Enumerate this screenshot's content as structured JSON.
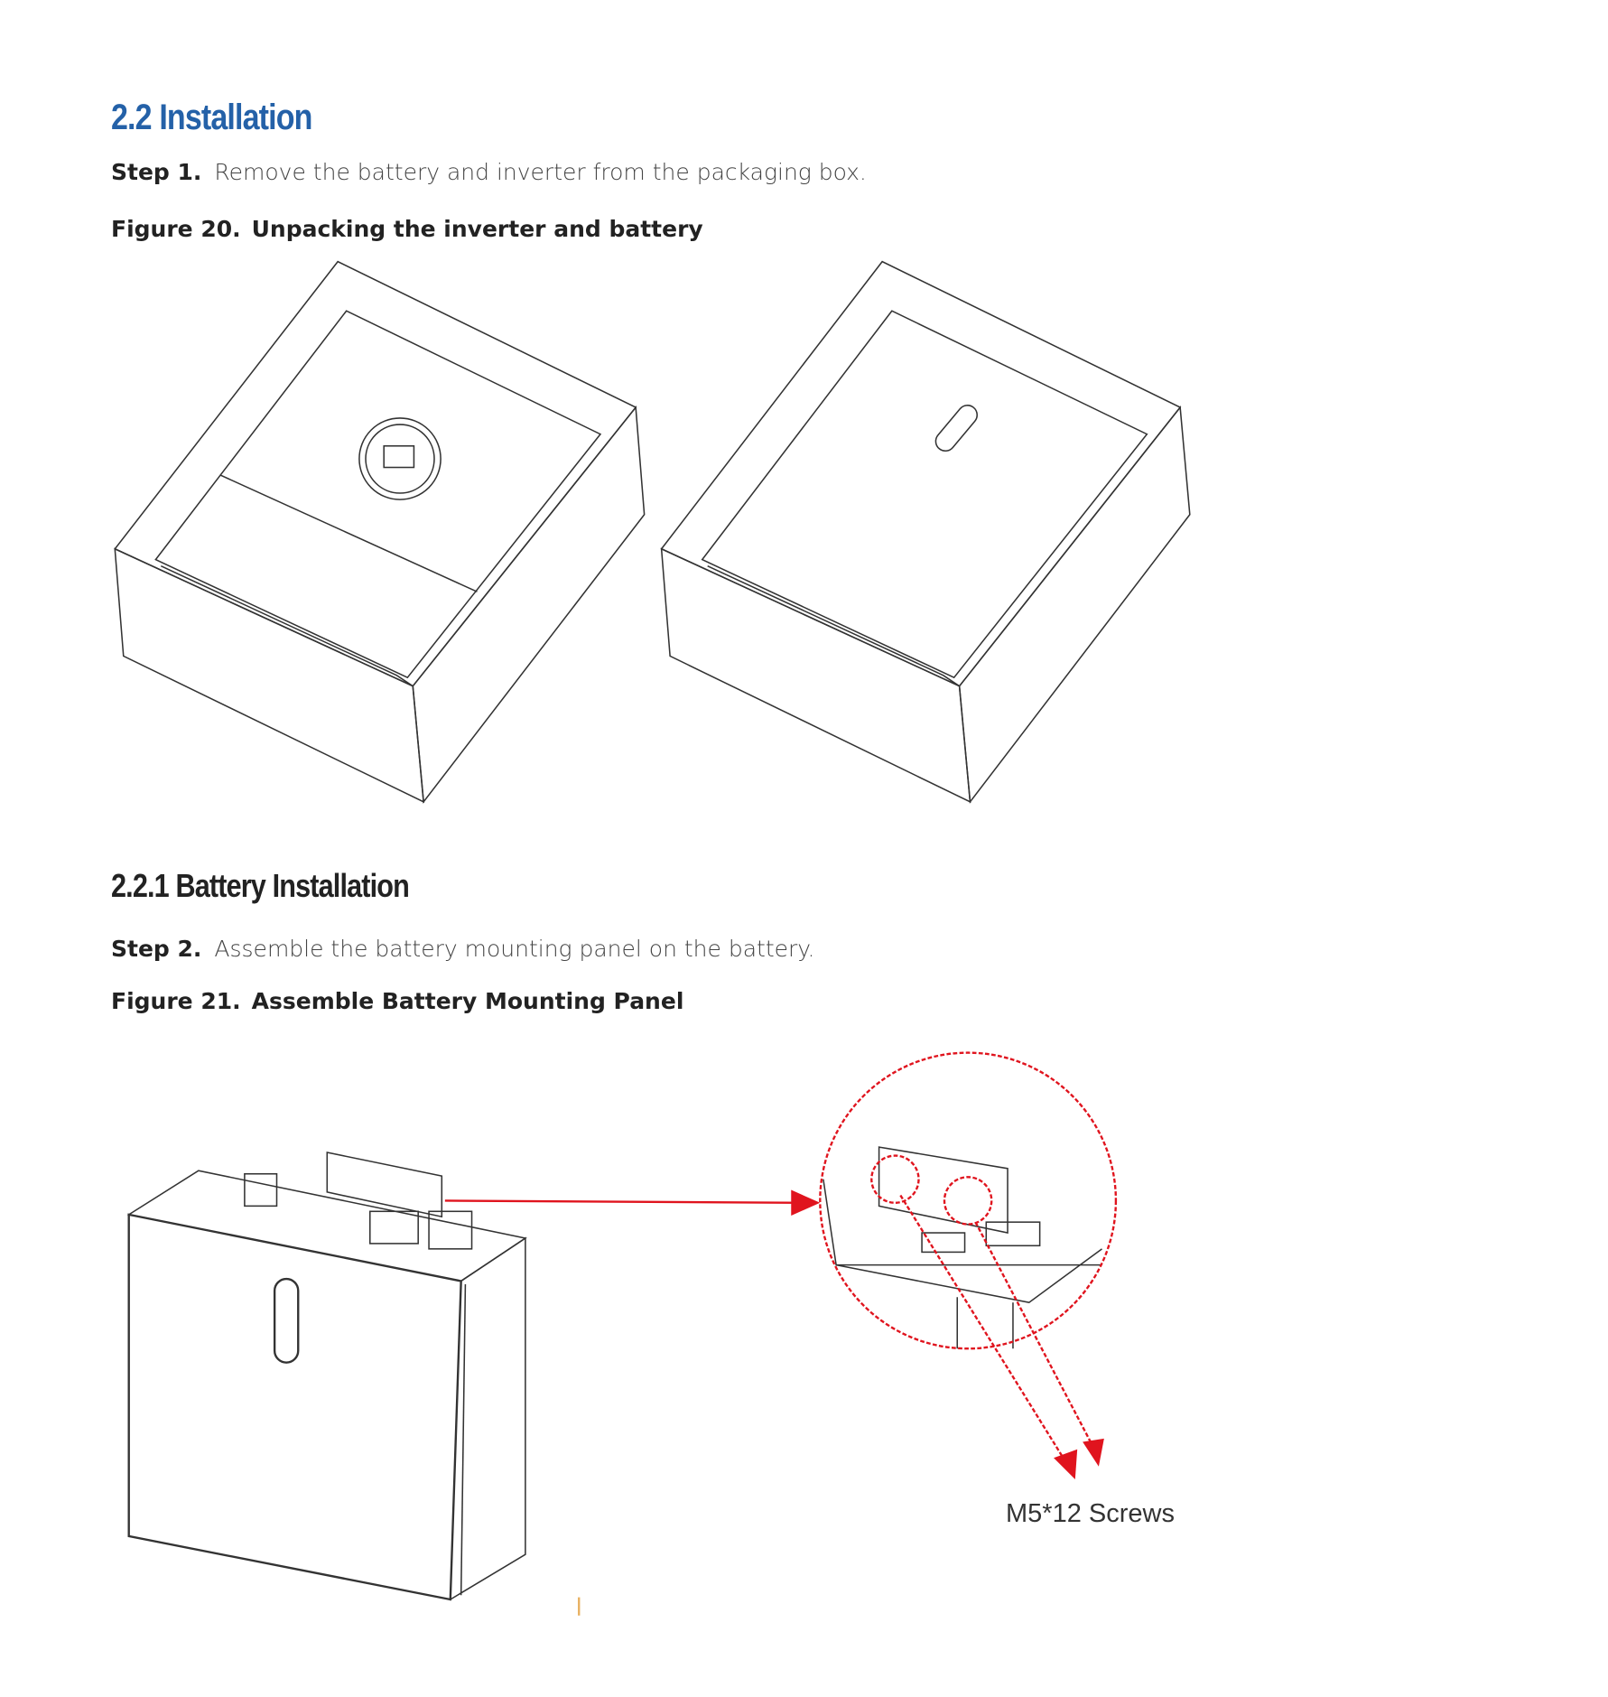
{
  "section": {
    "number": "2.2",
    "title": "Installation"
  },
  "step1": {
    "label": "Step 1.",
    "text": "Remove the battery and inverter from the packaging box."
  },
  "figure20": {
    "label": "Figure 20.",
    "caption": "Unpacking the inverter and battery"
  },
  "subsection": {
    "number": "2.2.1",
    "title": "Battery Installation"
  },
  "step2": {
    "label": "Step 2.",
    "text": "Assemble the battery mounting panel on the battery."
  },
  "figure21": {
    "label": "Figure 21.",
    "caption": "Assemble Battery Mounting Panel",
    "callout": "M5*12 Screws"
  },
  "colors": {
    "heading": "#2461a8",
    "callout_red": "#e0141e"
  }
}
